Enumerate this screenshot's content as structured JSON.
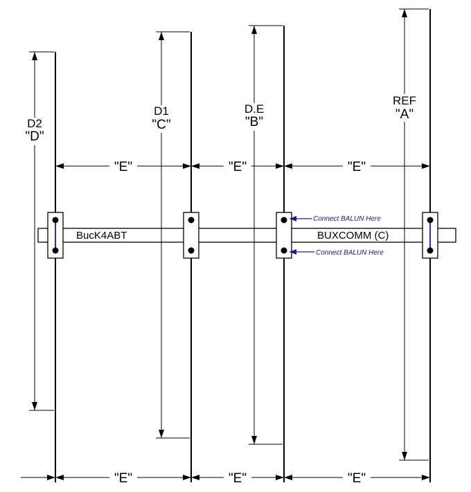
{
  "colors": {
    "line": "#000000",
    "accent_blue": "#1a1a8c"
  },
  "elements": {
    "d2": {
      "designation": "D2",
      "letter": "\"D\""
    },
    "d1": {
      "designation": "D1",
      "letter": "\"C\""
    },
    "de": {
      "designation": "D.E",
      "letter": "\"B\""
    },
    "ref": {
      "designation": "REF",
      "letter": "\"A\""
    }
  },
  "spacing_label": "\"E\"",
  "boom_labels": {
    "left": "BucK4ABT",
    "right": "BUXCOMM (C)"
  },
  "balun_note": "Connect BALUN Here"
}
